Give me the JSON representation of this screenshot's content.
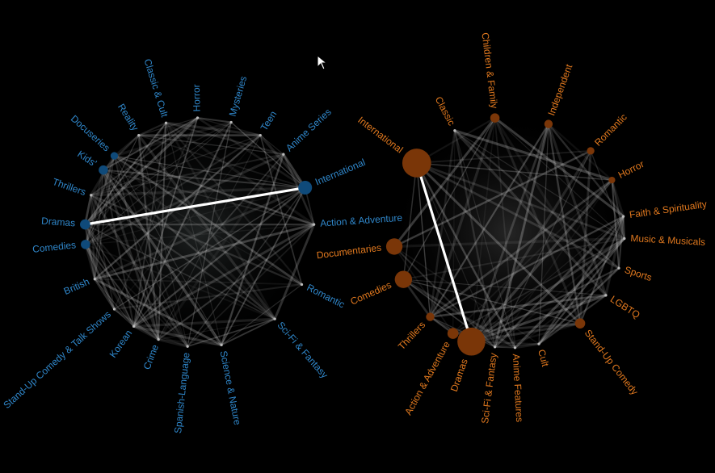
{
  "left_graph": {
    "color": "#2f86c9",
    "node_color": "#0f4a7a",
    "nodes": [
      {
        "label": "Classic & Cult",
        "size": 0
      },
      {
        "label": "Horror",
        "size": 0
      },
      {
        "label": "Mysteries",
        "size": 0
      },
      {
        "label": "Teen",
        "size": 0
      },
      {
        "label": "Anime Series",
        "size": 0
      },
      {
        "label": "International",
        "size": 1
      },
      {
        "label": "Action & Adventure",
        "size": 0
      },
      {
        "label": "Romantic",
        "size": 0
      },
      {
        "label": "Sci-Fi & Fantasy",
        "size": 0
      },
      {
        "label": "Science & Nature",
        "size": 0
      },
      {
        "label": "Spanish-Language",
        "size": 0
      },
      {
        "label": "Crime",
        "size": 0
      },
      {
        "label": "Korean",
        "size": 0
      },
      {
        "label": "Stand-Up Comedy & Talk Shows",
        "size": 0
      },
      {
        "label": "British",
        "size": 0
      },
      {
        "label": "Comedies",
        "size": 0.5
      },
      {
        "label": "Dramas",
        "size": 0.6
      },
      {
        "label": "Thrillers",
        "size": 0
      },
      {
        "label": "Kids'",
        "size": 0.5
      },
      {
        "label": "Docuseries",
        "size": 0.3
      },
      {
        "label": "Reality",
        "size": 0
      }
    ],
    "strong_edge": [
      "Dramas",
      "International"
    ]
  },
  "right_graph": {
    "color": "#e0781e",
    "node_color": "#7a3608",
    "nodes": [
      {
        "label": "Children & Family",
        "size": 0.5
      },
      {
        "label": "Independent",
        "size": 0.4
      },
      {
        "label": "Romantic",
        "size": 0.3
      },
      {
        "label": "Horror",
        "size": 0.2
      },
      {
        "label": "Faith & Spirituality",
        "size": 0
      },
      {
        "label": "Music & Musicals",
        "size": 0
      },
      {
        "label": "Sports",
        "size": 0
      },
      {
        "label": "LGBTQ",
        "size": 0
      },
      {
        "label": "Stand-Up Comedy",
        "size": 0.6
      },
      {
        "label": "Cult",
        "size": 0
      },
      {
        "label": "Anime Features",
        "size": 0
      },
      {
        "label": "Sci-Fi & Fantasy",
        "size": 0
      },
      {
        "label": "Dramas",
        "size": 2.6
      },
      {
        "label": "Action & Adventure",
        "size": 0.7
      },
      {
        "label": "Thrillers",
        "size": 0.4
      },
      {
        "label": "Comedies",
        "size": 1.4
      },
      {
        "label": "Documentaries",
        "size": 1.3
      },
      {
        "label": "International",
        "size": 2.7
      },
      {
        "label": "Classic",
        "size": 0
      }
    ],
    "strong_edge": [
      "International",
      "Dramas"
    ]
  }
}
